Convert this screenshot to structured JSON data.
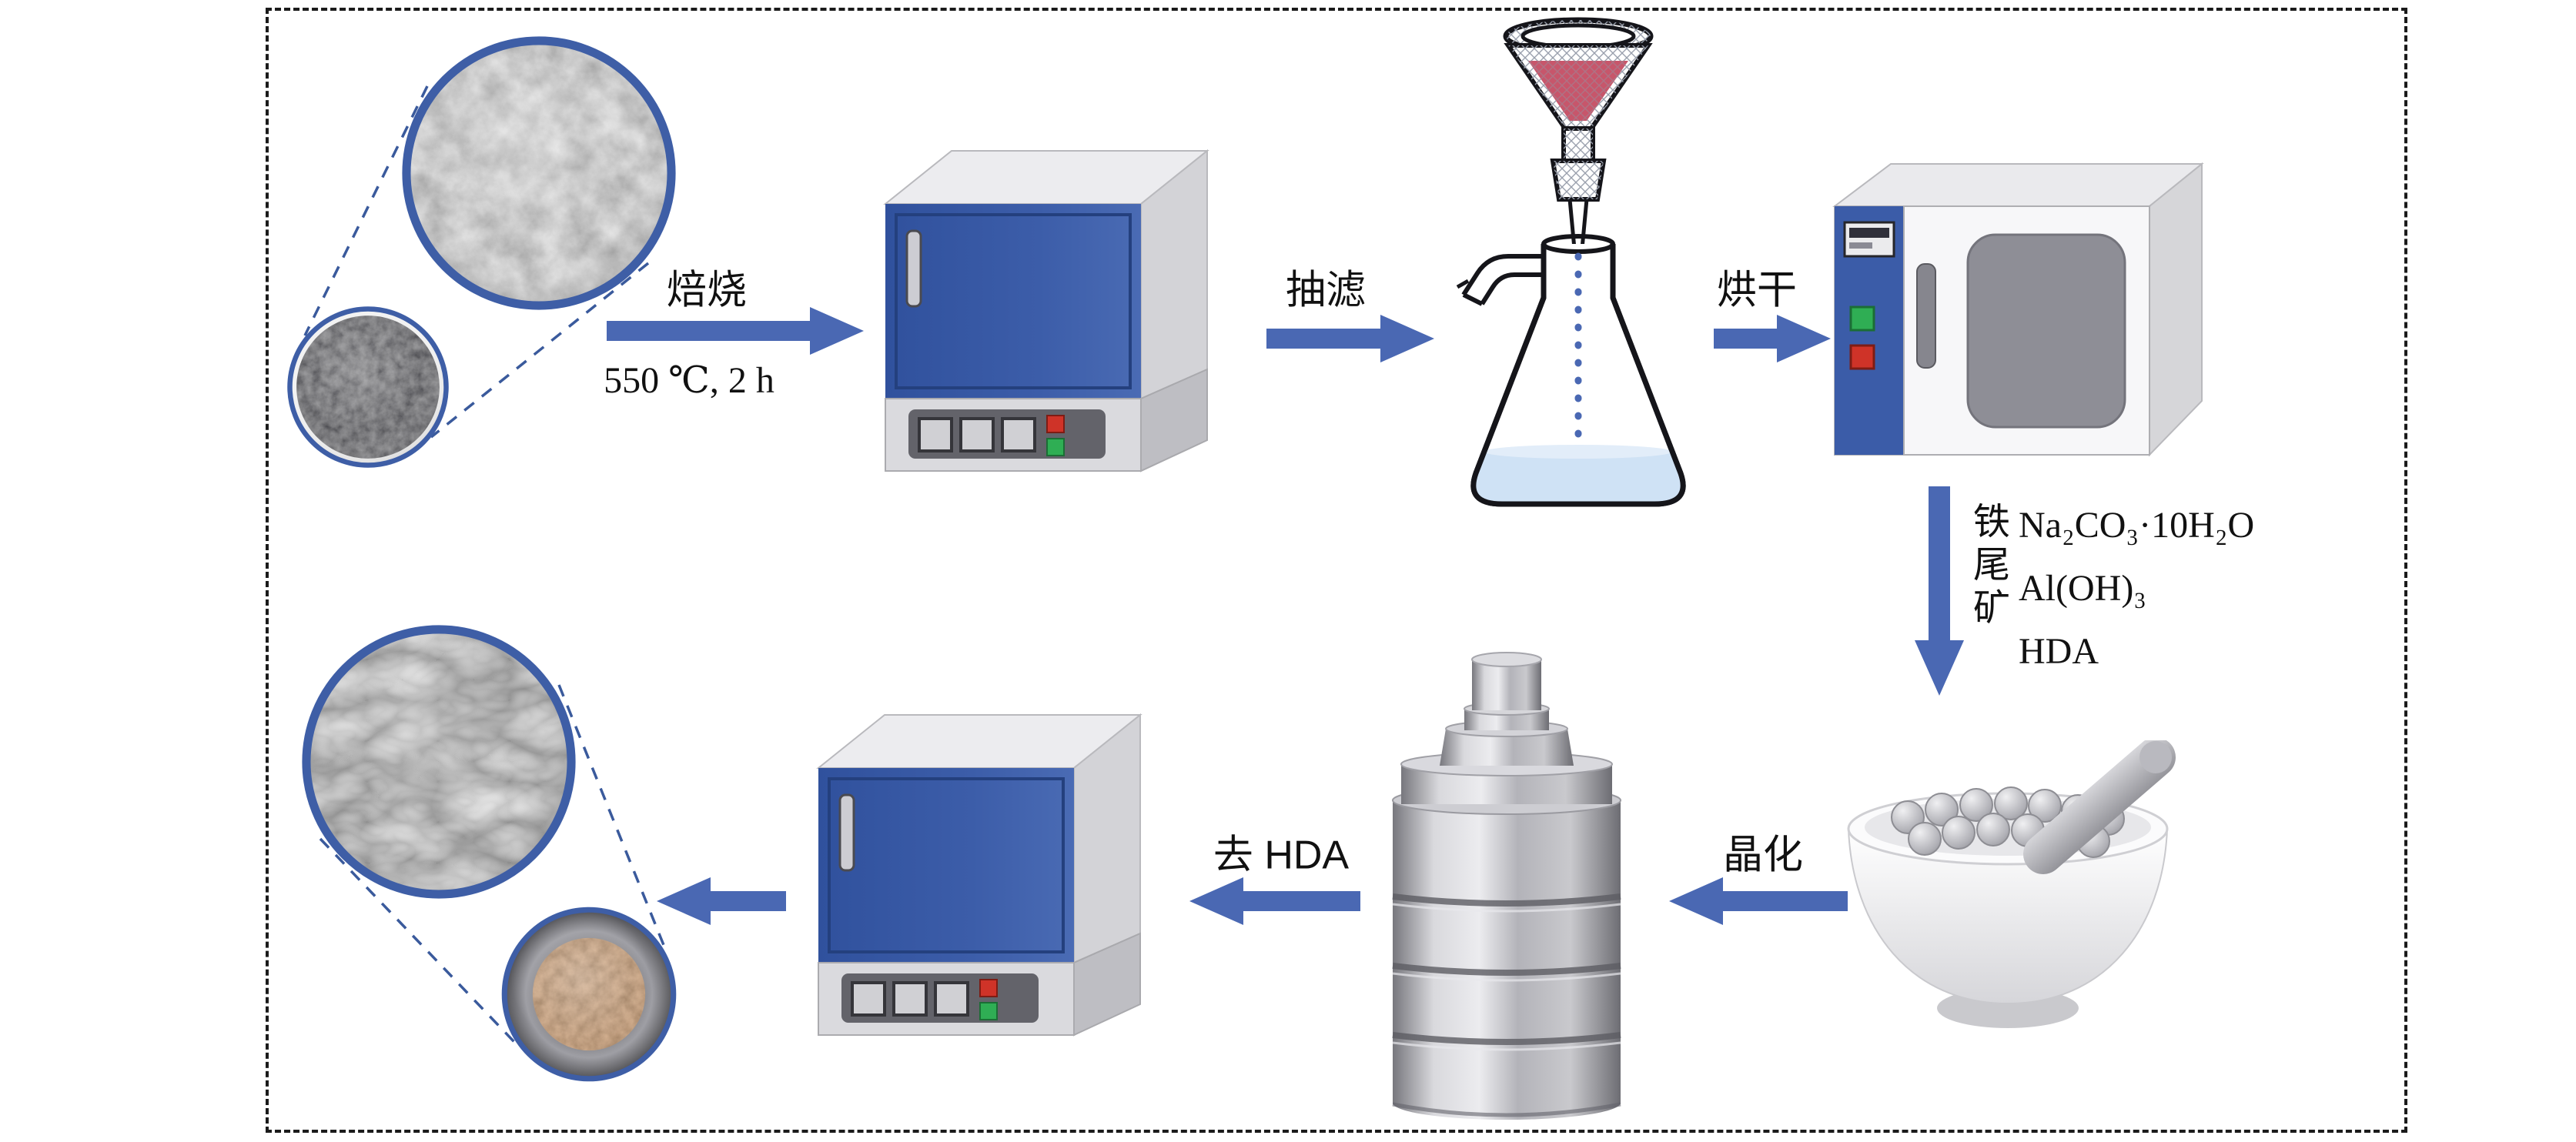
{
  "steps": {
    "calcination": {
      "label": "焙烧",
      "condition": "550 ℃, 2 h"
    },
    "filtration": {
      "label": "抽滤"
    },
    "drying": {
      "label": "烘干"
    },
    "mixing": {
      "material": "铁尾矿",
      "reagents": [
        "Na₂CO₃·10H₂O",
        "Al(OH)₃",
        "HDA"
      ]
    },
    "crystallization": {
      "label": "晶化"
    },
    "removal": {
      "label": "去 HDA"
    }
  },
  "colors": {
    "arrow": "#4a68b3",
    "equipment_blue": "#3b5ca8",
    "circle_border": "#3e5ea6",
    "liquid": "#cfe2f5",
    "funnel_contents": "#c2485e",
    "frame_dash": "#1b1b1b"
  }
}
